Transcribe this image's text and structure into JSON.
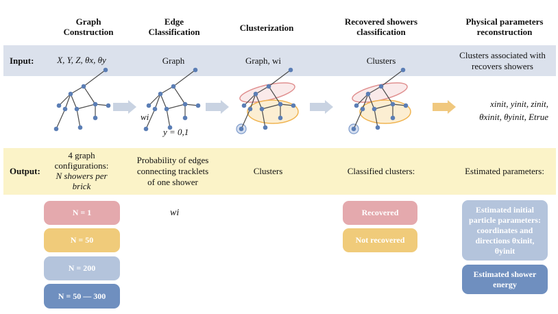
{
  "columns": [
    {
      "title": "Graph\nConstruction"
    },
    {
      "title": "Edge\nClassification"
    },
    {
      "title": "Clusterization"
    },
    {
      "title": "Recovered showers\nclassification"
    },
    {
      "title": "Physical parameters\nreconstruction"
    }
  ],
  "input": {
    "label": "Input:",
    "cells": [
      "X, Y, Z, θx, θy",
      "Graph",
      "Graph, wi",
      "Clusters",
      "Clusters associated with\nrecovers showers"
    ]
  },
  "output": {
    "label": "Output:",
    "cells": [
      "4 graph\nconfigurations:",
      "Probability of edges\nconnecting tracklets\nof one shower",
      "Clusters",
      "Classified clusters:",
      "Estimated parameters:"
    ],
    "col1_italic": "N showers per\nbrick"
  },
  "graph_labels": {
    "wi": "wi",
    "y": "y = 0,1"
  },
  "init_params": {
    "line1": "xinit, yinit, zinit,",
    "line2": "θxinit, θyinit, Etrue"
  },
  "below_w": "wi",
  "configs": [
    {
      "label": "N = 1",
      "color": "#e4a9ad"
    },
    {
      "label": "N = 50",
      "color": "#f0cb7a"
    },
    {
      "label": "N = 200",
      "color": "#b4c4dc"
    },
    {
      "label": "N = 50 — 300",
      "color": "#6f8fbf"
    }
  ],
  "classes": [
    {
      "label": "Recovered",
      "color": "#e4a9ad"
    },
    {
      "label": "Not recovered",
      "color": "#f0cb7a"
    }
  ],
  "estimates": [
    {
      "label": "Estimated initial particle parameters: coordinates and directions θxinit, θyinit",
      "color": "#b4c4dc"
    },
    {
      "label": "Estimated shower energy",
      "color": "#6f8fbf"
    }
  ],
  "colors": {
    "input_band": "#dbe1ec",
    "output_band": "#fbf3c8",
    "node": "#5b7eb5",
    "edge": "#4a4a4a",
    "arrow_blue": "#c9d3e2",
    "arrow_orange": "#f0c87e"
  }
}
